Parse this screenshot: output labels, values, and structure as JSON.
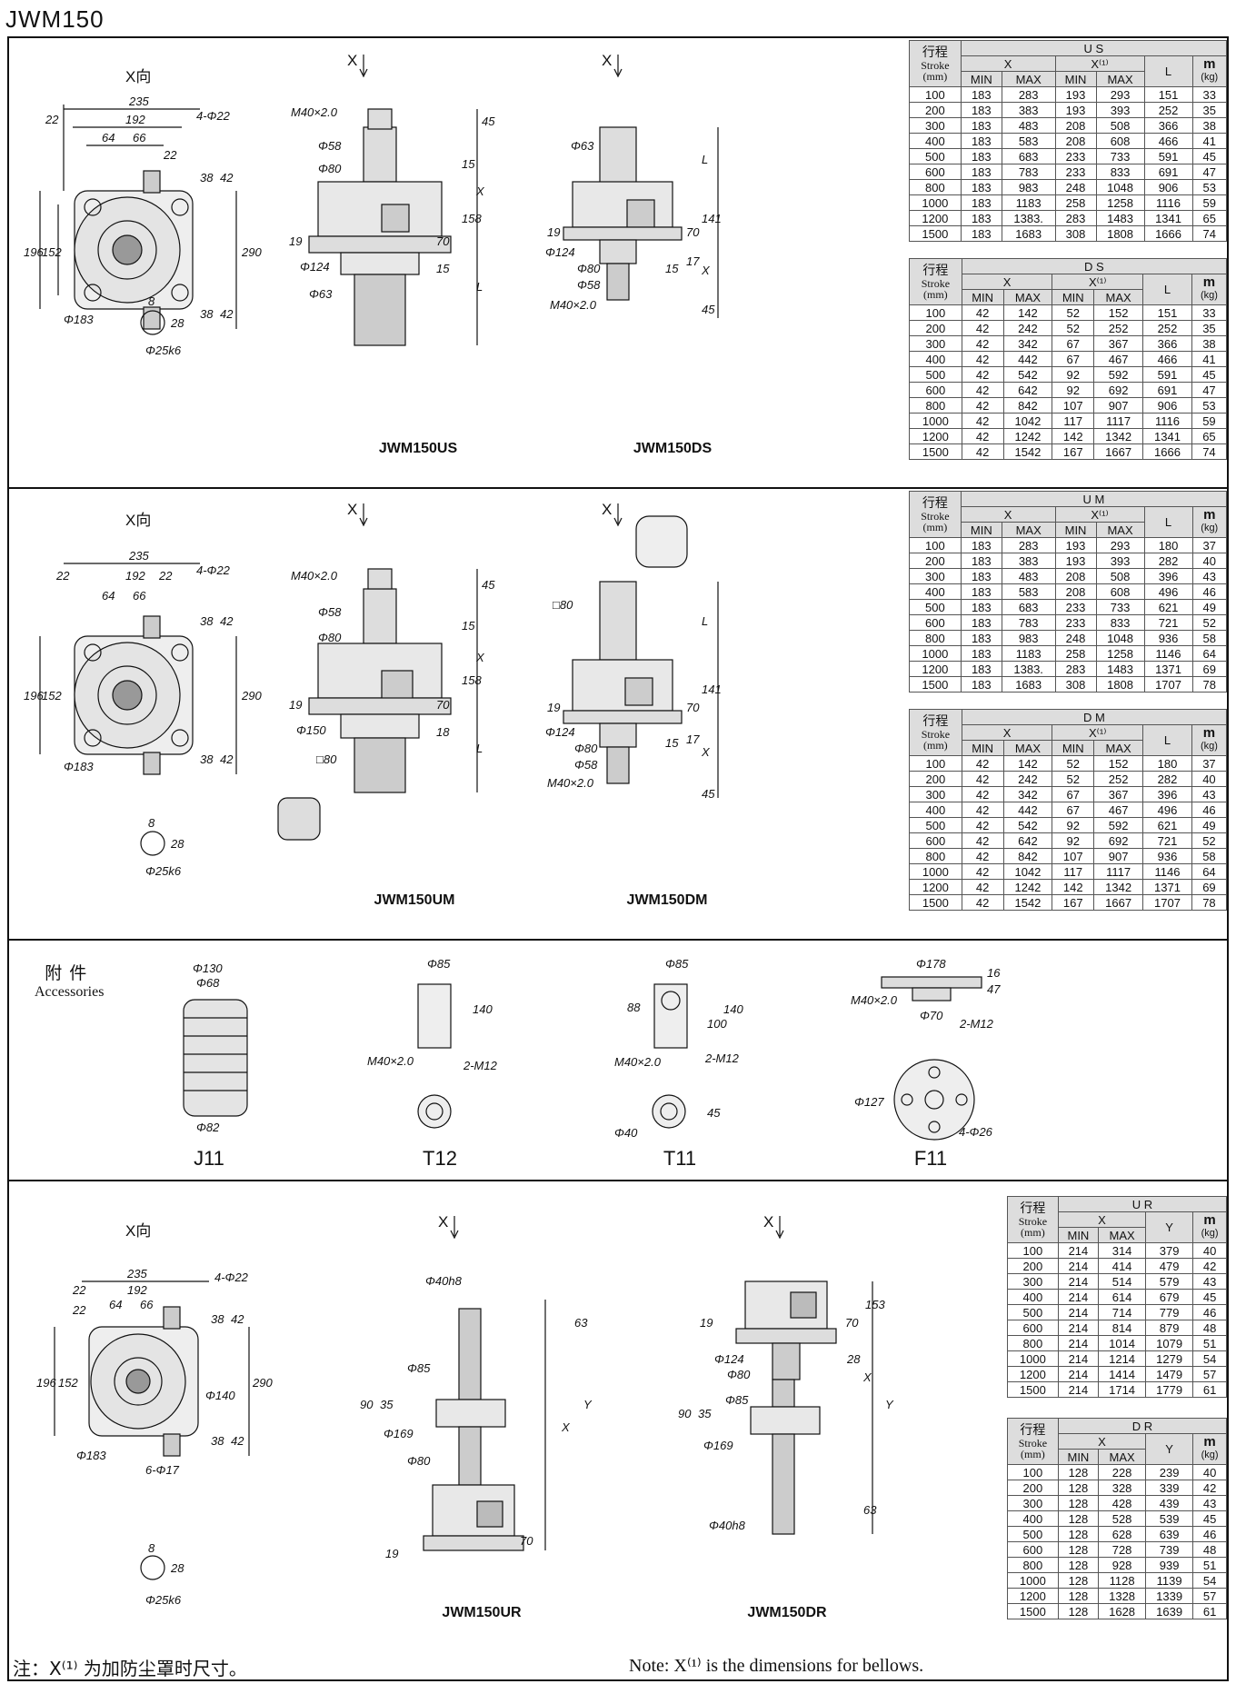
{
  "title": "JWM150",
  "note_cn": "注：X⁽¹⁾ 为加防尘罩时尺寸。",
  "note_en": "Note: X⁽¹⁾ is the dimensions for bellows.",
  "views": {
    "x_view": "X向",
    "x": "X"
  },
  "captions": {
    "us": "JWM150US",
    "ds": "JWM150DS",
    "um": "JWM150UM",
    "dm": "JWM150DM",
    "ur": "JWM150UR",
    "dr": "JWM150DR",
    "j11": "J11",
    "t12": "T12",
    "t11": "T11",
    "f11": "F11"
  },
  "accessories": {
    "cn": "附件",
    "en": "Accessories"
  },
  "dims": {
    "d235": "235",
    "d192": "192",
    "d22": "22",
    "d64": "64",
    "d66": "66",
    "d4phi22": "4-Φ22",
    "d38": "38",
    "d42": "42",
    "d196": "196",
    "d152": "152",
    "d290": "290",
    "phi183": "Φ183",
    "d8": "8",
    "d28": "28",
    "phi25k6": "Φ25k6",
    "m40": "M40×2.0",
    "phi58": "Φ58",
    "phi80": "Φ80",
    "phi124": "Φ124",
    "phi63": "Φ63",
    "d45": "45",
    "d15": "15",
    "d158": "158",
    "d19": "19",
    "d70": "70",
    "L": "L",
    "X": "X",
    "d141": "141",
    "d17": "17",
    "phi150": "Φ150",
    "d18": "18",
    "sq80": "□80",
    "phi130": "Φ130",
    "phi68": "Φ68",
    "phi82": "Φ82",
    "phi85": "Φ85",
    "d140": "140",
    "m12": "2-M12",
    "d88": "88",
    "d100": "100",
    "phi40": "Φ40",
    "d45tol": "45",
    "phi178": "Φ178",
    "d16": "16",
    "d47": "47",
    "phi70": "Φ70",
    "phi127": "Φ127",
    "d4phi26": "4-Φ26",
    "phi40h8": "Φ40h8",
    "d63": "63",
    "d35": "35",
    "d90": "90",
    "phi169": "Φ169",
    "Y": "Y",
    "d153": "153",
    "phi140": "Φ140",
    "d6phi17": "6-Φ17"
  },
  "tables": [
    {
      "id": "us",
      "type": "U S",
      "cols": [
        "MIN",
        "MAX",
        "MIN",
        "MAX"
      ],
      "rows": [
        [
          "100",
          "183",
          "283",
          "193",
          "293",
          "151",
          "33"
        ],
        [
          "200",
          "183",
          "383",
          "193",
          "393",
          "252",
          "35"
        ],
        [
          "300",
          "183",
          "483",
          "208",
          "508",
          "366",
          "38"
        ],
        [
          "400",
          "183",
          "583",
          "208",
          "608",
          "466",
          "41"
        ],
        [
          "500",
          "183",
          "683",
          "233",
          "733",
          "591",
          "45"
        ],
        [
          "600",
          "183",
          "783",
          "233",
          "833",
          "691",
          "47"
        ],
        [
          "800",
          "183",
          "983",
          "248",
          "1048",
          "906",
          "53"
        ],
        [
          "1000",
          "183",
          "1183",
          "258",
          "1258",
          "1116",
          "59"
        ],
        [
          "1200",
          "183",
          "1383.",
          "283",
          "1483",
          "1341",
          "65"
        ],
        [
          "1500",
          "183",
          "1683",
          "308",
          "1808",
          "1666",
          "74"
        ]
      ]
    },
    {
      "id": "ds",
      "type": "D S",
      "cols": [
        "MIN",
        "MAX",
        "MIN",
        "MAX"
      ],
      "rows": [
        [
          "100",
          "42",
          "142",
          "52",
          "152",
          "151",
          "33"
        ],
        [
          "200",
          "42",
          "242",
          "52",
          "252",
          "252",
          "35"
        ],
        [
          "300",
          "42",
          "342",
          "67",
          "367",
          "366",
          "38"
        ],
        [
          "400",
          "42",
          "442",
          "67",
          "467",
          "466",
          "41"
        ],
        [
          "500",
          "42",
          "542",
          "92",
          "592",
          "591",
          "45"
        ],
        [
          "600",
          "42",
          "642",
          "92",
          "692",
          "691",
          "47"
        ],
        [
          "800",
          "42",
          "842",
          "107",
          "907",
          "906",
          "53"
        ],
        [
          "1000",
          "42",
          "1042",
          "117",
          "1117",
          "1116",
          "59"
        ],
        [
          "1200",
          "42",
          "1242",
          "142",
          "1342",
          "1341",
          "65"
        ],
        [
          "1500",
          "42",
          "1542",
          "167",
          "1667",
          "1666",
          "74"
        ]
      ]
    },
    {
      "id": "um",
      "type": "U M",
      "cols": [
        "MIN",
        "MAX",
        "MIN",
        "MAX"
      ],
      "rows": [
        [
          "100",
          "183",
          "283",
          "193",
          "293",
          "180",
          "37"
        ],
        [
          "200",
          "183",
          "383",
          "193",
          "393",
          "282",
          "40"
        ],
        [
          "300",
          "183",
          "483",
          "208",
          "508",
          "396",
          "43"
        ],
        [
          "400",
          "183",
          "583",
          "208",
          "608",
          "496",
          "46"
        ],
        [
          "500",
          "183",
          "683",
          "233",
          "733",
          "621",
          "49"
        ],
        [
          "600",
          "183",
          "783",
          "233",
          "833",
          "721",
          "52"
        ],
        [
          "800",
          "183",
          "983",
          "248",
          "1048",
          "936",
          "58"
        ],
        [
          "1000",
          "183",
          "1183",
          "258",
          "1258",
          "1146",
          "64"
        ],
        [
          "1200",
          "183",
          "1383.",
          "283",
          "1483",
          "1371",
          "69"
        ],
        [
          "1500",
          "183",
          "1683",
          "308",
          "1808",
          "1707",
          "78"
        ]
      ]
    },
    {
      "id": "dm",
      "type": "D M",
      "cols": [
        "MIN",
        "MAX",
        "MIN",
        "MAX"
      ],
      "rows": [
        [
          "100",
          "42",
          "142",
          "52",
          "152",
          "180",
          "37"
        ],
        [
          "200",
          "42",
          "242",
          "52",
          "252",
          "282",
          "40"
        ],
        [
          "300",
          "42",
          "342",
          "67",
          "367",
          "396",
          "43"
        ],
        [
          "400",
          "42",
          "442",
          "67",
          "467",
          "496",
          "46"
        ],
        [
          "500",
          "42",
          "542",
          "92",
          "592",
          "621",
          "49"
        ],
        [
          "600",
          "42",
          "642",
          "92",
          "692",
          "721",
          "52"
        ],
        [
          "800",
          "42",
          "842",
          "107",
          "907",
          "936",
          "58"
        ],
        [
          "1000",
          "42",
          "1042",
          "117",
          "1117",
          "1146",
          "64"
        ],
        [
          "1200",
          "42",
          "1242",
          "142",
          "1342",
          "1371",
          "69"
        ],
        [
          "1500",
          "42",
          "1542",
          "167",
          "1667",
          "1707",
          "78"
        ]
      ]
    },
    {
      "id": "ur",
      "type": "U R",
      "cols": [
        "MIN",
        "MAX"
      ],
      "rows": [
        [
          "100",
          "214",
          "314",
          "379",
          "40"
        ],
        [
          "200",
          "214",
          "414",
          "479",
          "42"
        ],
        [
          "300",
          "214",
          "514",
          "579",
          "43"
        ],
        [
          "400",
          "214",
          "614",
          "679",
          "45"
        ],
        [
          "500",
          "214",
          "714",
          "779",
          "46"
        ],
        [
          "600",
          "214",
          "814",
          "879",
          "48"
        ],
        [
          "800",
          "214",
          "1014",
          "1079",
          "51"
        ],
        [
          "1000",
          "214",
          "1214",
          "1279",
          "54"
        ],
        [
          "1200",
          "214",
          "1414",
          "1479",
          "57"
        ],
        [
          "1500",
          "214",
          "1714",
          "1779",
          "61"
        ]
      ]
    },
    {
      "id": "dr",
      "type": "D R",
      "cols": [
        "MIN",
        "MAX"
      ],
      "rows": [
        [
          "100",
          "128",
          "228",
          "239",
          "40"
        ],
        [
          "200",
          "128",
          "328",
          "339",
          "42"
        ],
        [
          "300",
          "128",
          "428",
          "439",
          "43"
        ],
        [
          "400",
          "128",
          "528",
          "539",
          "45"
        ],
        [
          "500",
          "128",
          "628",
          "639",
          "46"
        ],
        [
          "600",
          "128",
          "728",
          "739",
          "48"
        ],
        [
          "800",
          "128",
          "928",
          "939",
          "51"
        ],
        [
          "1000",
          "128",
          "1128",
          "1139",
          "54"
        ],
        [
          "1200",
          "128",
          "1328",
          "1339",
          "57"
        ],
        [
          "1500",
          "128",
          "1628",
          "1639",
          "61"
        ]
      ]
    }
  ],
  "table_headers": {
    "stroke_cn": "行程",
    "stroke_en": "Stroke",
    "stroke_unit": "(mm)",
    "x": "X",
    "x1": "X⁽¹⁾",
    "L": "L",
    "Y": "Y",
    "m": "m",
    "kg": "(kg)"
  }
}
